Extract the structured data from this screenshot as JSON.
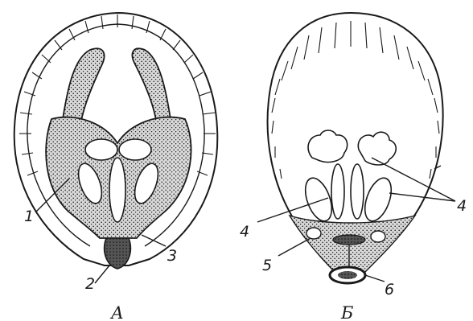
{
  "figure_captions": {
    "left": "А",
    "right": "Б"
  },
  "labels_left": {
    "l1": "1",
    "l2": "2",
    "l3": "3"
  },
  "labels_right": {
    "l4a": "4",
    "l4b": "4",
    "l5": "5",
    "l6": "6"
  }
}
